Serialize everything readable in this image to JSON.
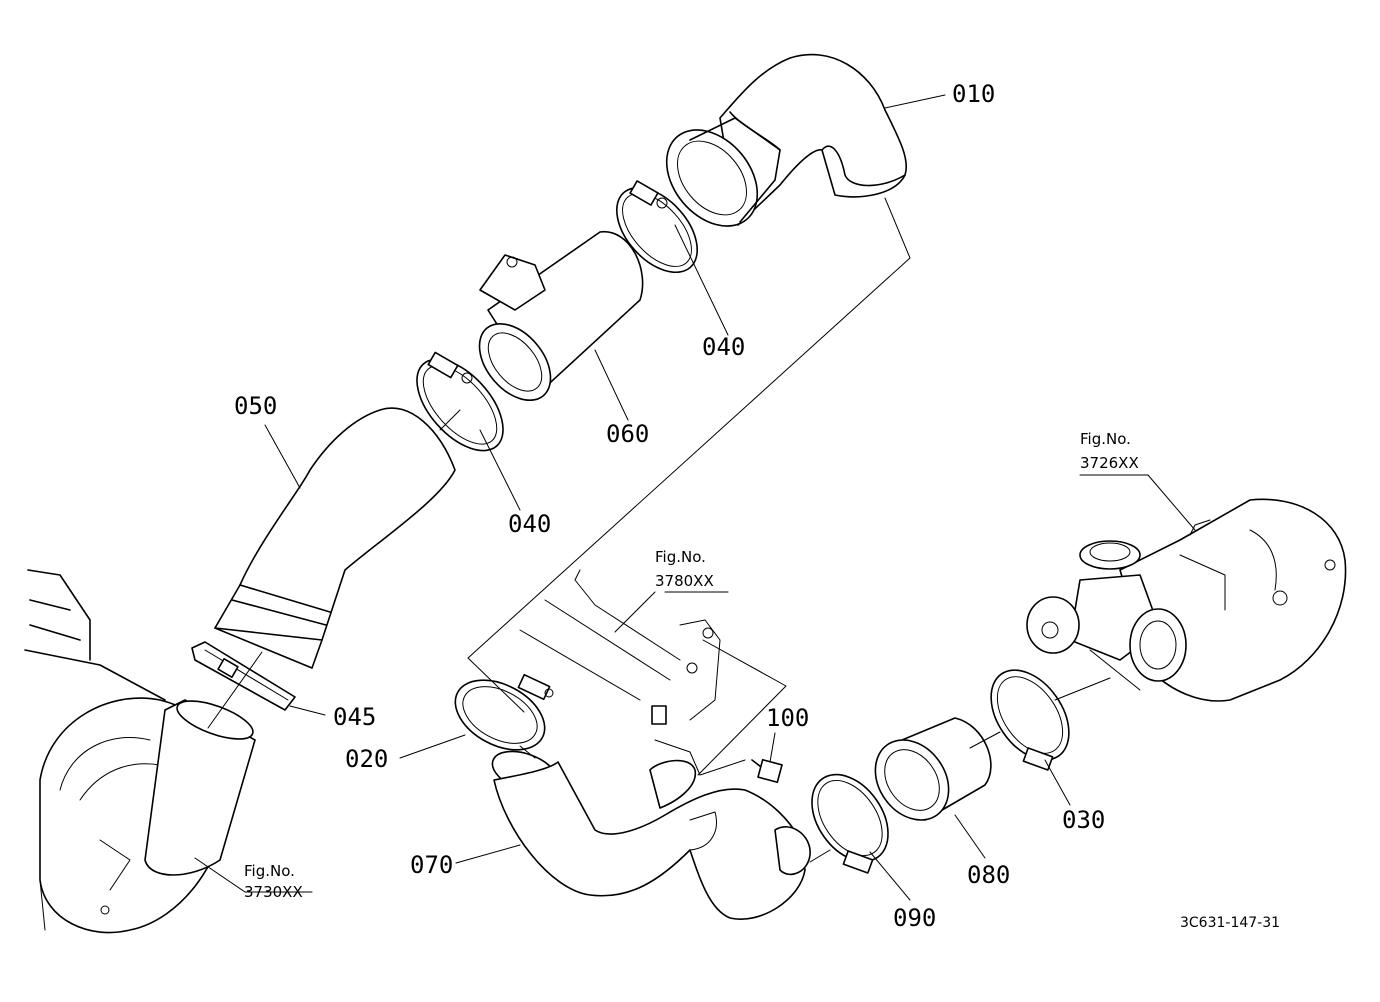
{
  "parts": {
    "p010": "010",
    "p020": "020",
    "p030": "030",
    "p040a": "040",
    "p040b": "040",
    "p045": "045",
    "p050": "050",
    "p060": "060",
    "p070": "070",
    "p080": "080",
    "p090": "090",
    "p100": "100"
  },
  "figrefs": {
    "f3730": {
      "label": "Fig.No.",
      "number": "3730XX"
    },
    "f3780": {
      "label": "Fig.No.",
      "number": "3780XX"
    },
    "f3726": {
      "label": "Fig.No.",
      "number": "3726XX"
    }
  },
  "drawing_code": "3C631-147-31"
}
